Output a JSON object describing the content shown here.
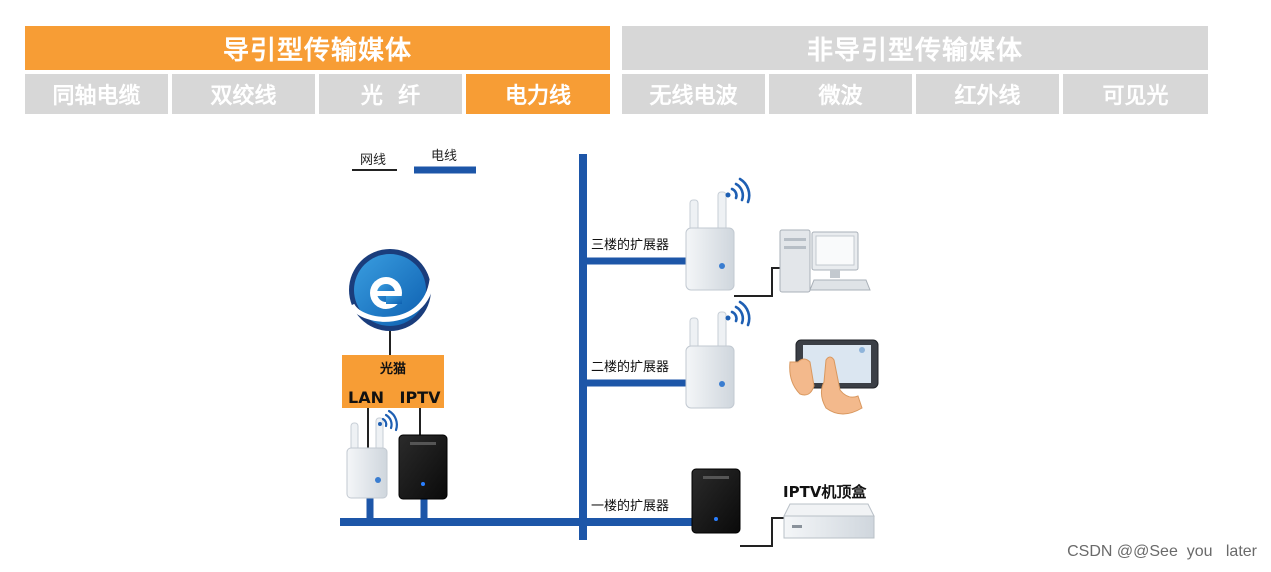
{
  "headers": {
    "guided": "导引型传输媒体",
    "unguided": "非导引型传输媒体"
  },
  "guided_types": [
    "同轴电缆",
    "双绞线",
    "光  纤",
    "电力线"
  ],
  "unguided_types": [
    "无线电波",
    "微波",
    "红外线",
    "可见光"
  ],
  "legend": {
    "network_cable": "网线",
    "power_line": "电线"
  },
  "modem": {
    "title": "光猫",
    "port_lan": "LAN",
    "port_iptv": "IPTV"
  },
  "extenders": {
    "third_floor": "三楼的扩展器",
    "second_floor": "二楼的扩展器",
    "first_floor": "一楼的扩展器"
  },
  "iptv_box_label": "IPTV机顶盒",
  "watermark": "CSDN @@See  you   later",
  "colors": {
    "highlight": "#f79d35",
    "inactive": "#d7d7d7",
    "power_line": "#1d56a8",
    "wifi": "#1e5fb3"
  }
}
